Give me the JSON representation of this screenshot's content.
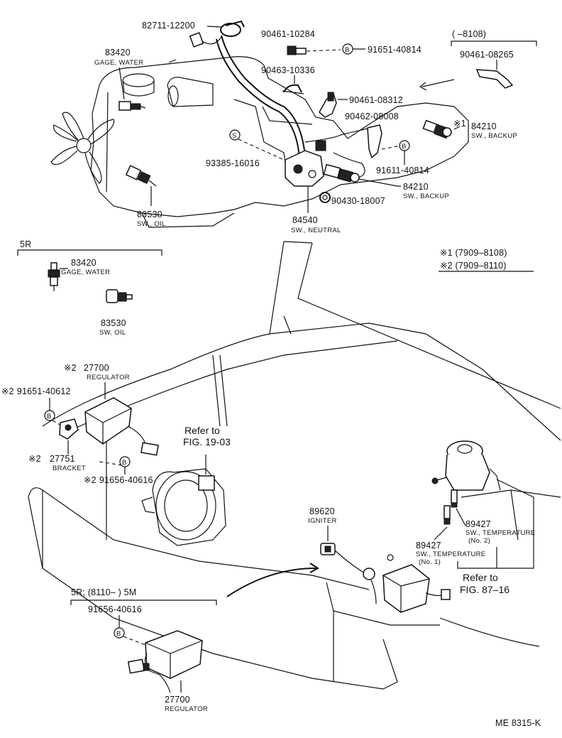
{
  "parts": {
    "clamp_82711": {
      "number": "82711-12200"
    },
    "bolt_90461_10284": {
      "number": "90461-10284"
    },
    "bolt_91651_40814": {
      "number": "91651-40814"
    },
    "range_8108": {
      "text": "(      –8108)"
    },
    "bracket_90461_08265": {
      "number": "90461-08265"
    },
    "gage_water_83420": {
      "number": "83420",
      "label": "GAGE, WATER"
    },
    "clamp_90463_10336": {
      "number": "90463-10336"
    },
    "bracket_90461_08312": {
      "number": "90461-08312"
    },
    "clamp_90462_08008": {
      "number": "90462-08008"
    },
    "sw_backup_84210_a": {
      "mark": "※1",
      "number": "84210",
      "label": "SW., BACKUP"
    },
    "screw_93385": {
      "number": "93385-16016"
    },
    "bolt_91611_40814": {
      "number": "91611-40814"
    },
    "sw_backup_84210_b": {
      "number": "84210",
      "label": "SW., BACKUP"
    },
    "gasket_90430": {
      "number": "90430-18007"
    },
    "sw_oil_83530": {
      "number": "83530",
      "label": "SW., OIL"
    },
    "sw_neutral_84540": {
      "number": "84540",
      "label": "SW., NEUTRAL"
    },
    "gage_water_5r": {
      "number": "83420",
      "label": "GAGE, WATER"
    },
    "sw_oil_5r": {
      "number": "83530",
      "label": "SW, OIL"
    },
    "regulator_27700_top": {
      "mark": "※2",
      "number": "27700",
      "label": "REGULATOR"
    },
    "bolt_91651_40612": {
      "mark": "※2",
      "number": "91651-40612"
    },
    "bracket_27751": {
      "mark": "※2",
      "number": "27751",
      "label": "BRACKET"
    },
    "bolt_91656_40616": {
      "mark": "※2",
      "number": "91656-40616"
    },
    "igniter_89620": {
      "number": "89620",
      "label": "IGNITER"
    },
    "sw_temp_89427_no2": {
      "number": "89427",
      "label": "SW., TEMPERATURE",
      "sub": "(No. 2)"
    },
    "sw_temp_89427_no1": {
      "number": "89427",
      "label": "SW., TEMPERATURE",
      "sub": "(No. 1)"
    },
    "bolt_91656_5m": {
      "number": "91656-40616"
    },
    "regulator_27700_bottom": {
      "number": "27700",
      "label": "REGULATOR"
    }
  },
  "bolt_symbol": "B",
  "screw_symbol": "S",
  "section_labels": {
    "top_5r": "5R",
    "bottom_5r_5m": "5R;  (8110–       ) 5M"
  },
  "notes": {
    "note1": "※1 (7909–8108)",
    "note2": "※2 (7909–8110)"
  },
  "references": {
    "fig_19_03": {
      "line1": "Refer to",
      "line2": "FIG. 19-03"
    },
    "fig_87_16": {
      "line1": "Refer to",
      "line2": "FIG. 87–16"
    }
  },
  "footer_code": "ME  8315-K"
}
